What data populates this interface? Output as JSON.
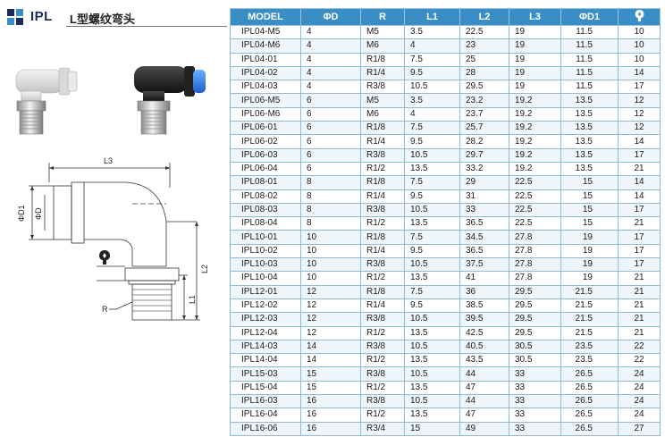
{
  "header": {
    "series_code": "IPL",
    "product_name": "L型螺纹弯头",
    "brand_color": "#1a2a5a",
    "accent_color": "#3a8ec6"
  },
  "diagram": {
    "labels": {
      "l3": "L3",
      "d1": "ΦD1",
      "d": "ΦD",
      "l2": "L2",
      "l1": "L1",
      "r": "R"
    },
    "wrench_icon": "wrench-icon"
  },
  "table": {
    "headers": [
      "MODEL",
      "ΦD",
      "R",
      "L1",
      "L2",
      "L3",
      "ΦD1",
      "wrench-icon"
    ],
    "rows": [
      [
        "IPL04-M5",
        "4",
        "M5",
        "3.5",
        "22.5",
        "19",
        "11.5",
        "10"
      ],
      [
        "IPL04-M6",
        "4",
        "M6",
        "4",
        "23",
        "19",
        "11.5",
        "10"
      ],
      [
        "IPL04-01",
        "4",
        "R1/8",
        "7.5",
        "25",
        "19",
        "11.5",
        "10"
      ],
      [
        "IPL04-02",
        "4",
        "R1/4",
        "9.5",
        "28",
        "19",
        "11.5",
        "14"
      ],
      [
        "IPL04-03",
        "4",
        "R3/8",
        "10.5",
        "29.5",
        "19",
        "11.5",
        "17"
      ],
      [
        "IPL06-M5",
        "6",
        "M5",
        "3.5",
        "23.2",
        "19.2",
        "13.5",
        "12"
      ],
      [
        "IPL06-M6",
        "6",
        "M6",
        "4",
        "23.7",
        "19.2",
        "13.5",
        "12"
      ],
      [
        "IPL06-01",
        "6",
        "R1/8",
        "7.5",
        "25.7",
        "19.2",
        "13.5",
        "12"
      ],
      [
        "IPL06-02",
        "6",
        "R1/4",
        "9.5",
        "28.2",
        "19.2",
        "13.5",
        "14"
      ],
      [
        "IPL06-03",
        "6",
        "R3/8",
        "10.5",
        "29.7",
        "19.2",
        "13.5",
        "17"
      ],
      [
        "IPL06-04",
        "6",
        "R1/2",
        "13.5",
        "33.2",
        "19.2",
        "13.5",
        "21"
      ],
      [
        "IPL08-01",
        "8",
        "R1/8",
        "7.5",
        "29",
        "22.5",
        "15",
        "14"
      ],
      [
        "IPL08-02",
        "8",
        "R1/4",
        "9.5",
        "31",
        "22.5",
        "15",
        "14"
      ],
      [
        "IPL08-03",
        "8",
        "R3/8",
        "10.5",
        "33",
        "22.5",
        "15",
        "17"
      ],
      [
        "IPL08-04",
        "8",
        "R1/2",
        "13.5",
        "36.5",
        "22.5",
        "15",
        "21"
      ],
      [
        "IPL10-01",
        "10",
        "R1/8",
        "7.5",
        "34.5",
        "27.8",
        "19",
        "17"
      ],
      [
        "IPL10-02",
        "10",
        "R1/4",
        "9.5",
        "36.5",
        "27.8",
        "19",
        "17"
      ],
      [
        "IPL10-03",
        "10",
        "R3/8",
        "10.5",
        "37.5",
        "27.8",
        "19",
        "17"
      ],
      [
        "IPL10-04",
        "10",
        "R1/2",
        "13.5",
        "41",
        "27.8",
        "19",
        "21"
      ],
      [
        "IPL12-01",
        "12",
        "R1/8",
        "7.5",
        "36",
        "29.5",
        "21.5",
        "21"
      ],
      [
        "IPL12-02",
        "12",
        "R1/4",
        "9.5",
        "38.5",
        "29.5",
        "21.5",
        "21"
      ],
      [
        "IPL12-03",
        "12",
        "R3/8",
        "10.5",
        "39.5",
        "29.5",
        "21.5",
        "21"
      ],
      [
        "IPL12-04",
        "12",
        "R1/2",
        "13.5",
        "42.5",
        "29.5",
        "21.5",
        "21"
      ],
      [
        "IPL14-03",
        "14",
        "R3/8",
        "10.5",
        "40.5",
        "30.5",
        "23.5",
        "22"
      ],
      [
        "IPL14-04",
        "14",
        "R1/2",
        "13.5",
        "43.5",
        "30.5",
        "23.5",
        "22"
      ],
      [
        "IPL15-03",
        "15",
        "R3/8",
        "10.5",
        "44",
        "33",
        "26.5",
        "24"
      ],
      [
        "IPL15-04",
        "15",
        "R1/2",
        "13.5",
        "47",
        "33",
        "26.5",
        "24"
      ],
      [
        "IPL16-03",
        "16",
        "R3/8",
        "10.5",
        "44",
        "33",
        "26.5",
        "24"
      ],
      [
        "IPL16-04",
        "16",
        "R1/2",
        "13.5",
        "47",
        "33",
        "26.5",
        "24"
      ],
      [
        "IPL16-06",
        "16",
        "R3/4",
        "15",
        "49",
        "33",
        "26.5",
        "27"
      ]
    ]
  }
}
